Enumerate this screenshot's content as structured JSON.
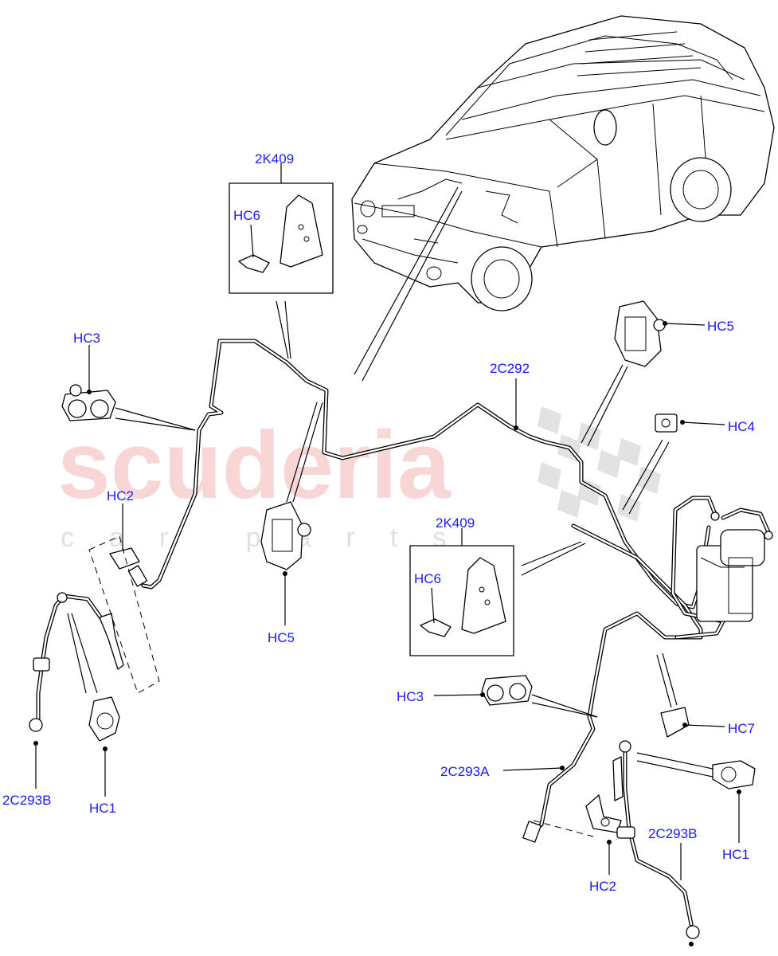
{
  "watermark": {
    "brand": "scuderia",
    "sub": "car parts"
  },
  "callouts": {
    "hc3_left": "HC3",
    "hc2_left": "HC2",
    "hc1_left": "HC1",
    "b2c293b_left": "2C293B",
    "k409_top": "2K409",
    "hc6_top": "HC6",
    "hc5_mid": "HC5",
    "hc5_right": "HC5",
    "hc4_right": "HC4",
    "c2c292": "2C292",
    "k409_mid": "2K409",
    "hc6_mid": "HC6",
    "hc3_right": "HC3",
    "c2c293a": "2C293A",
    "hc7_right": "HC7",
    "hc1_right": "HC1",
    "hc2_right": "HC2",
    "b2c293b_right": "2C293B"
  }
}
